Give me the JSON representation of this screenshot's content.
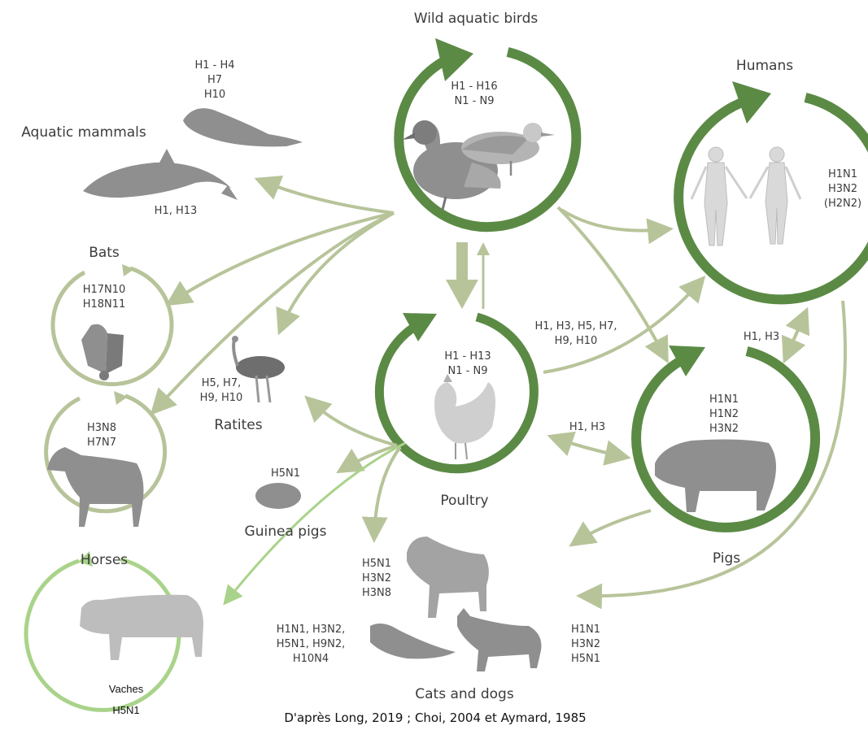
{
  "diagram": {
    "hosts": {
      "wild_birds": {
        "title": "Wild aquatic birds",
        "subtypes": [
          "H1 - H16",
          "N1 - N9"
        ]
      },
      "humans": {
        "title": "Humans",
        "subtypes": [
          "H1N1",
          "H3N2",
          "(H2N2)"
        ]
      },
      "aquatic_mammals": {
        "title": "Aquatic mammals",
        "seal_subtypes": [
          "H1 - H4",
          "H7",
          "H10"
        ],
        "dolphin_subtypes": "H1, H13"
      },
      "bats": {
        "title": "Bats",
        "subtypes": [
          "H17N10",
          "H18N11"
        ]
      },
      "poultry": {
        "title": "Poultry",
        "subtypes": [
          "H1 - H13",
          "N1 - N9"
        ]
      },
      "ratites": {
        "title": "Ratites",
        "subtypes": [
          "H5, H7,",
          "H9, H10"
        ]
      },
      "horses": {
        "title": "Horses",
        "subtypes": [
          "H3N8",
          "H7N7"
        ]
      },
      "pigs": {
        "title": "Pigs",
        "subtypes": [
          "H1N1",
          "H1N2",
          "H3N2"
        ]
      },
      "guinea_pigs": {
        "title": "Guinea pigs",
        "subtypes": [
          "H5N1"
        ]
      },
      "cats_dogs": {
        "title": "Cats and dogs",
        "dog_subtypes": [
          "H5N1",
          "H3N2",
          "H3N8"
        ],
        "ferret_subtypes": [
          "H1N1, H3N2,",
          "H5N1, H9N2,",
          "H10N4"
        ],
        "cat_subtypes": [
          "H1N1",
          "H3N2",
          "H5N1"
        ]
      },
      "cows": {
        "title": "Vaches",
        "subtypes": [
          "H5N1"
        ]
      }
    },
    "transmissions": {
      "poultry_to_humans": [
        "H1, H3, H5, H7,",
        "H9, H10"
      ],
      "pigs_humans": "H1, H3",
      "poultry_pigs": "H1, H3"
    },
    "colors": {
      "dark_green": "#5b8a45",
      "light_green": "#b7c49a",
      "cow_green": "#a9d38a",
      "animal_gray": "#8f8f8f",
      "human_gray": "#cfcfcf"
    },
    "source": "D'après Long, 2019 ; Choi, 2004 et Aymard, 1985"
  }
}
